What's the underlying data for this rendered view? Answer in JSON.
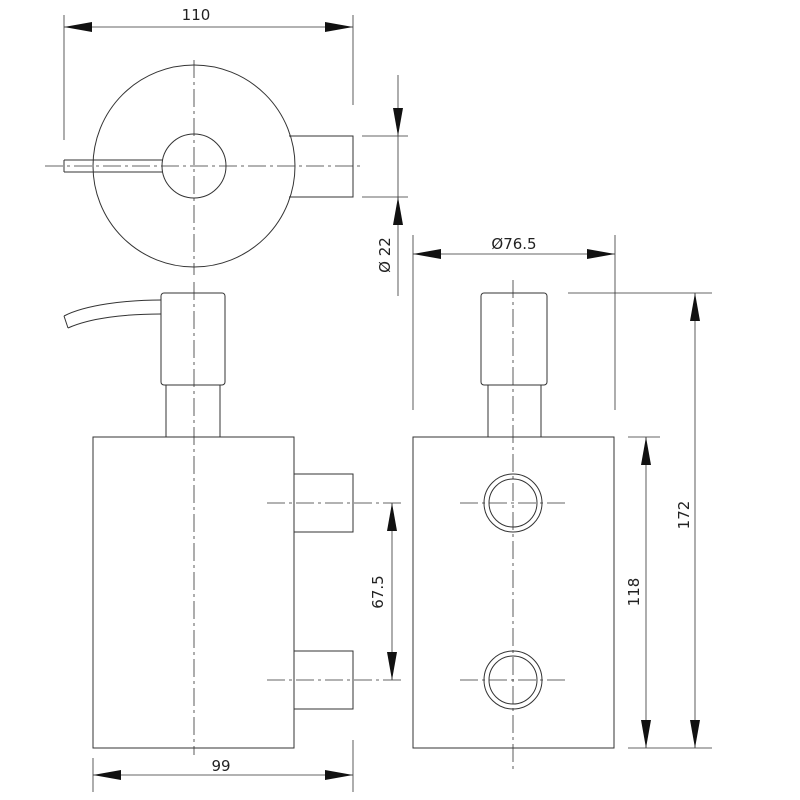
{
  "dimensions": {
    "top_width": "110",
    "pipe_diameter": "Ø 22",
    "body_diameter": "Ø76.5",
    "bottom_width": "99",
    "hole_spacing": "67.5",
    "body_height": "118",
    "total_height": "172"
  }
}
